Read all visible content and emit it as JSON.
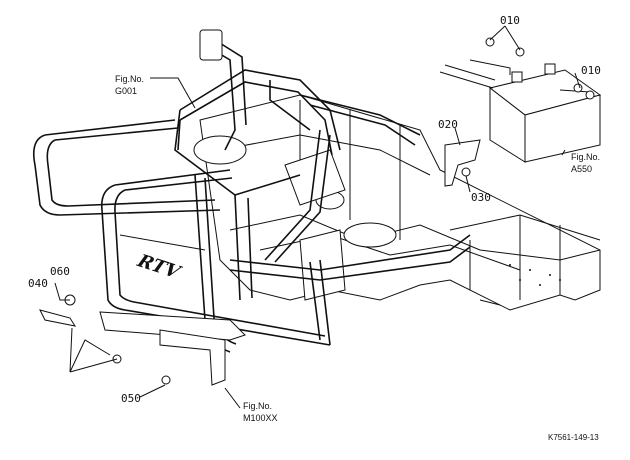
{
  "callouts": {
    "p010_top": "010",
    "p010_right": "010",
    "p020": "020",
    "p030": "030",
    "p040": "040",
    "p050": "050",
    "p060": "060"
  },
  "figure_refs": {
    "g001": {
      "label": "Fig.No.",
      "code": "G001"
    },
    "a550": {
      "label": "Fig.No.",
      "code": "A550"
    },
    "m100xx": {
      "label": "Fig.No.",
      "code": "M100XX"
    }
  },
  "bumper_text": "RTV",
  "drawing_number": "K7561-149-13"
}
